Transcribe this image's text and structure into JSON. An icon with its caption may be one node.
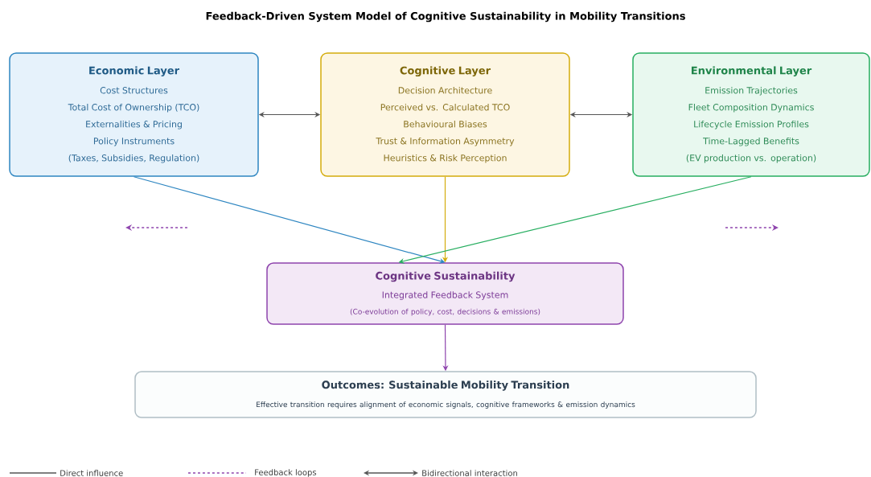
{
  "diagram": {
    "title": "Feedback-Driven System Model of Cognitive Sustainability in Mobility Transitions",
    "nodes": [
      {
        "text": [
          "Economic Layer",
          "Cost Structures",
          "Total Cost of Ownership (TCO)",
          "Externalities & Pricing",
          "Policy Instruments",
          "(Taxes, Subsidies, Regulation)"
        ]
      },
      {
        "text": [
          "Cognitive Layer",
          "Decision Architecture",
          "Perceived vs. Calculated TCO",
          "Behavioural Biases",
          "Trust & Information Asymmetry",
          "Heuristics & Risk Perception"
        ]
      },
      {
        "text": [
          "Environmental Layer",
          "Emission Trajectories",
          "Fleet Composition Dynamics",
          "Lifecycle Emission Profiles",
          "Time-Lagged Benefits",
          "(EV production vs. operation)"
        ]
      },
      {
        "text": [
          "Cognitive Sustainability",
          "Integrated Feedback System",
          "(Co-evolution of policy, cost, decisions & emissions)"
        ]
      },
      {
        "text": [
          "Outcomes: Sustainable Mobility Transition",
          "Effective transition requires alignment of economic signals, cognitive frameworks & emission dynamics"
        ]
      }
    ],
    "edges": [
      {
        "from": 0,
        "to": 1,
        "arrow": "both",
        "color": "#555555"
      },
      {
        "from": 1,
        "to": 2,
        "arrow": "both",
        "color": "#555555"
      },
      {
        "from": 0,
        "to": 3,
        "arrow": "to",
        "color": "#2e86c1"
      },
      {
        "from": 1,
        "to": 3,
        "arrow": "to",
        "color": "#d4ac0d"
      },
      {
        "from": 2,
        "to": 3,
        "arrow": "to",
        "color": "#27ae60"
      },
      {
        "from": 3,
        "to": 4,
        "arrow": "to",
        "color": "#8e44ad"
      }
    ],
    "legend": [
      {
        "text": "Direct influence"
      },
      {
        "text": "Feedback loops"
      },
      {
        "text": "Bidirectional interaction"
      }
    ]
  }
}
